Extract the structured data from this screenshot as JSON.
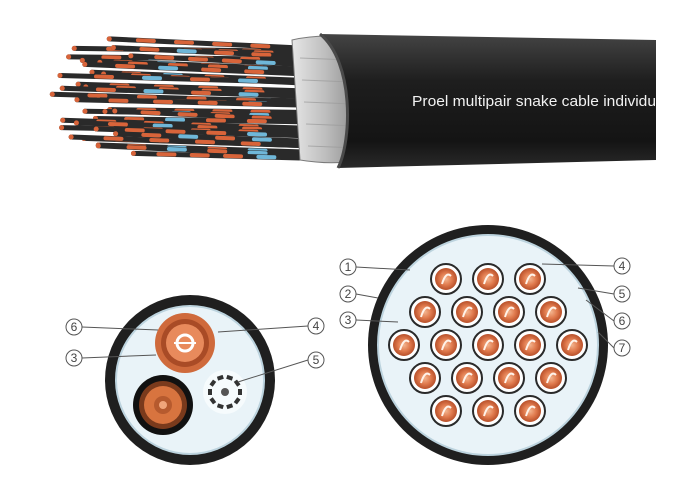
{
  "cable": {
    "label": "Proel multipair snake cable individu",
    "colors": {
      "jacket": "#1c1c1c",
      "jacket_highlight": "#3a3a3a",
      "shield": "#c9c9c9",
      "conductor_copper": "#d8643a",
      "conductor_blue": "#6fb7d8"
    }
  },
  "small_section": {
    "callouts": [
      {
        "number": "6"
      },
      {
        "number": "3"
      },
      {
        "number": "4"
      },
      {
        "number": "5"
      }
    ]
  },
  "large_section": {
    "callouts_left": [
      {
        "number": "1"
      },
      {
        "number": "2"
      },
      {
        "number": "3"
      }
    ],
    "callouts_right": [
      {
        "number": "4"
      },
      {
        "number": "5"
      },
      {
        "number": "6"
      },
      {
        "number": "7"
      }
    ]
  }
}
